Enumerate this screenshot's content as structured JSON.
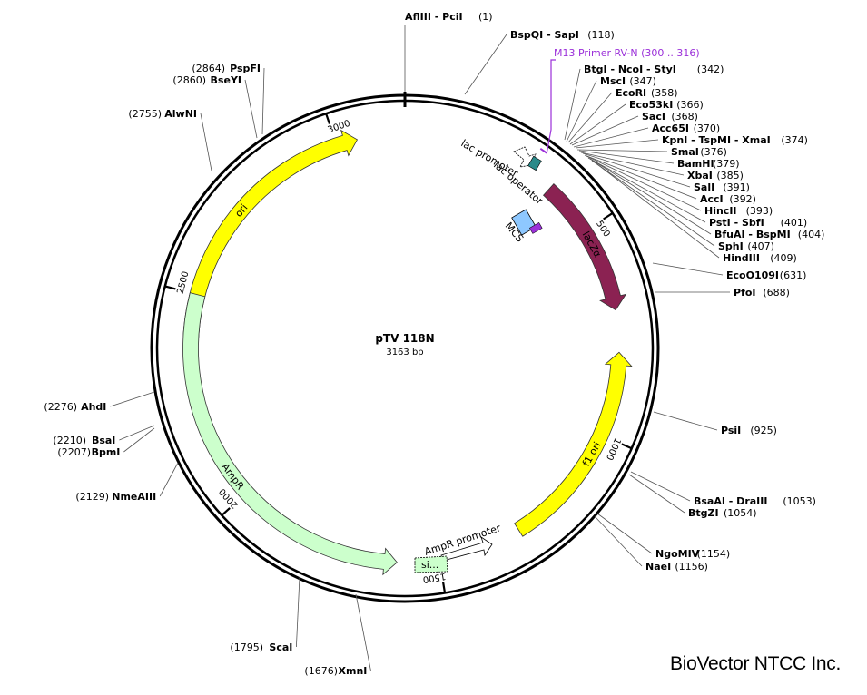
{
  "plasmid": {
    "name": "pTV 118N",
    "length": "3163 bp",
    "total_bp": 3163
  },
  "brand": "BioVector NTCC Inc.",
  "ticks": [
    "500",
    "1000",
    "1500",
    "2000",
    "2500",
    "3000"
  ],
  "primer": {
    "label": "M13 Primer RV-N  (300 .. 316)",
    "start": 300,
    "end": 316,
    "color": "#9b30d9"
  },
  "features": [
    {
      "name": "ori",
      "start": 2400,
      "end": 3050,
      "direction": "forward",
      "color": "#ffff00",
      "label": "ori"
    },
    {
      "name": "lacz",
      "start": 370,
      "end": 700,
      "direction": "forward",
      "color": "#8b2252",
      "label": "lacZα"
    },
    {
      "name": "f1-ori",
      "start": 800,
      "end": 1300,
      "direction": "reverse",
      "color": "#ffff00",
      "label": "f1 ori"
    },
    {
      "name": "ampr",
      "start": 1600,
      "end": 2500,
      "direction": "reverse",
      "color": "#ccffcc",
      "label": "AmpR"
    }
  ],
  "small_features": {
    "lac_promoter": "lac promoter",
    "lac_operator": "lac operator",
    "mcs": "MCS",
    "ampr_promoter": "AmpR promoter",
    "signal": "si..."
  },
  "sites_right": [
    {
      "name": "BspQI - SapI",
      "pos": "(118)"
    },
    {
      "name": "BtgI - NcoI - StyI",
      "pos": "(342)"
    },
    {
      "name": "MscI",
      "pos": "(347)"
    },
    {
      "name": "EcoRI",
      "pos": "(358)"
    },
    {
      "name": "Eco53kI",
      "pos": "(366)"
    },
    {
      "name": "SacI",
      "pos": "(368)"
    },
    {
      "name": "Acc65I",
      "pos": "(370)"
    },
    {
      "name": "KpnI - TspMI - XmaI",
      "pos": "(374)"
    },
    {
      "name": "SmaI",
      "pos": "(376)"
    },
    {
      "name": "BamHI",
      "pos": "(379)"
    },
    {
      "name": "XbaI",
      "pos": "(385)"
    },
    {
      "name": "SalI",
      "pos": "(391)"
    },
    {
      "name": "AccI",
      "pos": "(392)"
    },
    {
      "name": "HincII",
      "pos": "(393)"
    },
    {
      "name": "PstI - SbfI",
      "pos": "(401)"
    },
    {
      "name": "BfuAI - BspMI",
      "pos": "(404)"
    },
    {
      "name": "SphI",
      "pos": "(407)"
    },
    {
      "name": "HindIII",
      "pos": "(409)"
    },
    {
      "name": "EcoO109I",
      "pos": "(631)"
    },
    {
      "name": "PfoI",
      "pos": "(688)"
    },
    {
      "name": "PsiI",
      "pos": "(925)"
    },
    {
      "name": "BsaAI - DraIII",
      "pos": "(1053)"
    },
    {
      "name": "BtgZI",
      "pos": "(1054)"
    },
    {
      "name": "NgoMIV",
      "pos": "(1154)"
    },
    {
      "name": "NaeI",
      "pos": "(1156)"
    }
  ],
  "sites_left": [
    {
      "name": "PspFI",
      "pos": "(2864)"
    },
    {
      "name": "BseYI",
      "pos": "(2860)"
    },
    {
      "name": "AlwNI",
      "pos": "(2755)"
    },
    {
      "name": "AhdI",
      "pos": "(2276)"
    },
    {
      "name": "BsaI",
      "pos": "(2210)"
    },
    {
      "name": "BpmI",
      "pos": "(2207)"
    },
    {
      "name": "NmeAIII",
      "pos": "(2129)"
    },
    {
      "name": "ScaI",
      "pos": "(1795)"
    },
    {
      "name": "XmnI",
      "pos": "(1676)"
    }
  ],
  "site_top": {
    "name": "AflIII - PciI",
    "pos": "(1)"
  }
}
